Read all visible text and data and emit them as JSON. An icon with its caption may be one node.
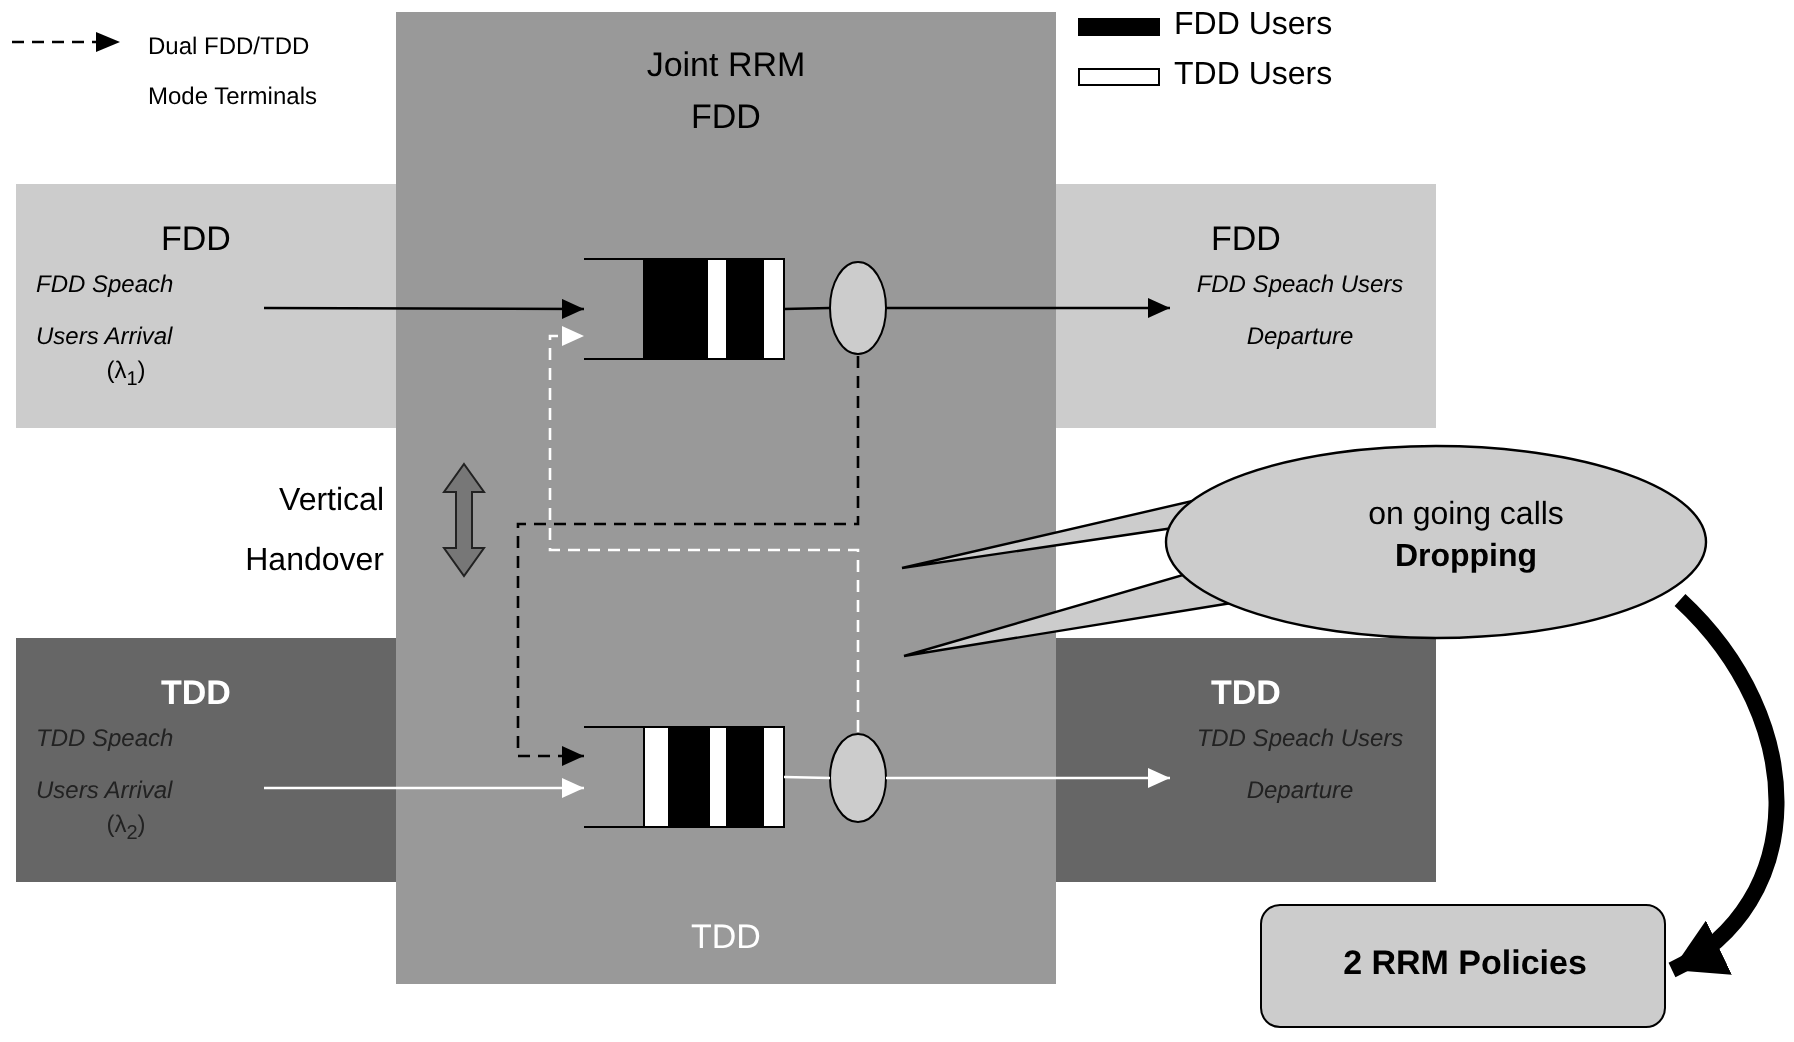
{
  "diagram": {
    "nodes": [
      {
        "text": [
          "Joint RRM FDD",
          "TDD"
        ]
      },
      {
        "text": [
          "FDD",
          "FDD Speach Users Arrival",
          "(λ$_{1}$)"
        ]
      },
      {
        "text": [
          "FDD",
          "FDD Speach Users Departure"
        ]
      },
      {
        "text": [
          "TDD",
          "TDD Speach Users Arrival",
          "(λ$_{2}$)"
        ]
      },
      {
        "text": [
          "TDD",
          "TDD Speach Users Departure"
        ]
      },
      {
        "text": [],
        "shape": "queue",
        "in": 0
      },
      {
        "text": [],
        "shape": "ellipse",
        "in": 0
      },
      {
        "text": [],
        "shape": "queue",
        "in": 0
      },
      {
        "text": [],
        "shape": "ellipse",
        "in": 0
      },
      {
        "text": [
          "on going calls **Dropping**"
        ]
      },
      {
        "text": [
          "2 RRM Policies"
        ]
      }
    ],
    "edges": [
      {
        "from": 1,
        "to": 5,
        "arrow": "to"
      },
      {
        "from": 5,
        "to": 6,
        "arrow": "none"
      },
      {
        "from": 6,
        "to": 2,
        "arrow": "to"
      },
      {
        "from": 3,
        "to": 7,
        "arrow": "to",
        "color": "#ffffff"
      },
      {
        "from": 7,
        "to": 8,
        "arrow": "none",
        "color": "#ffffff"
      },
      {
        "from": 8,
        "to": 4,
        "arrow": "to",
        "color": "#ffffff"
      },
      {
        "from": 6,
        "to": 7,
        "arrow": "to",
        "style": "dashed"
      },
      {
        "from": 8,
        "to": 5,
        "arrow": "to",
        "style": "dashed",
        "color": "#ffffff"
      },
      {
        "from": 9,
        "to": 10,
        "arrow": "to",
        "style": "thick"
      }
    ],
    "labels": [
      "Vertical Handover"
    ],
    "legend": [
      {
        "text": "Dual FDD/TDD Mode Terminals"
      },
      {
        "text": "FDD Users",
        "color": "#000000"
      },
      {
        "text": "TDD Users",
        "color": "#ffffff"
      }
    ]
  }
}
